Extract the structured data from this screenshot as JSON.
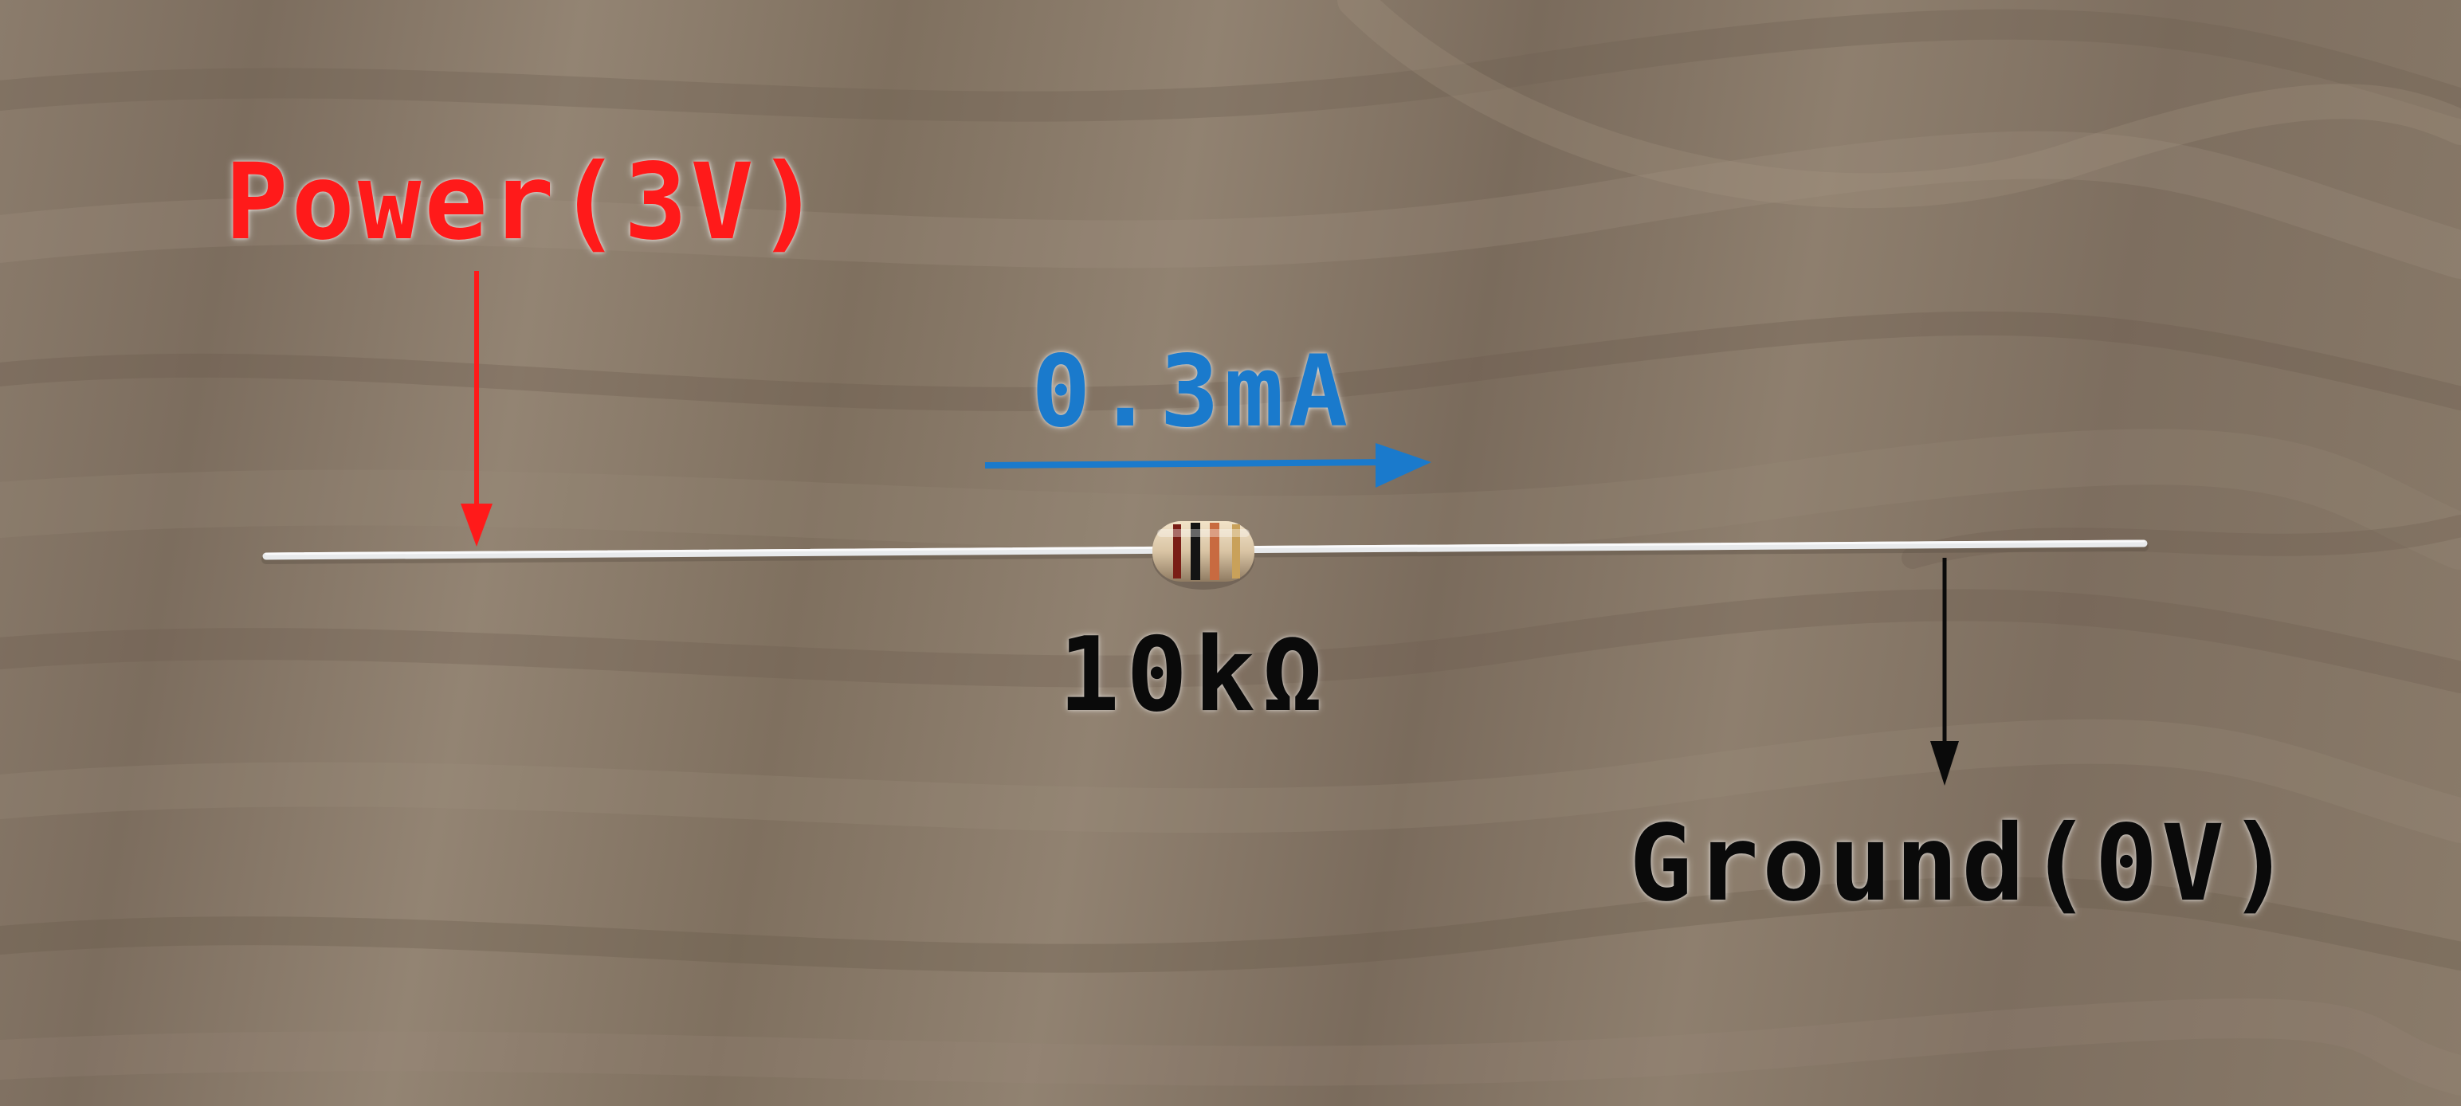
{
  "labels": {
    "power": "Power(3V)",
    "current": "0.3mA",
    "resistance": "10kΩ",
    "ground": "Ground(0V)"
  },
  "colors": {
    "power": "#ff1a1a",
    "current": "#1a7acc",
    "resistance": "#0a0a0a",
    "ground": "#0a0a0a",
    "wire": "#e8eaec",
    "resistor_body": "#d9c4a4"
  },
  "resistor": {
    "bands": [
      "#7a1e16",
      "#141414",
      "#c86a40",
      "#c9a15a"
    ]
  }
}
